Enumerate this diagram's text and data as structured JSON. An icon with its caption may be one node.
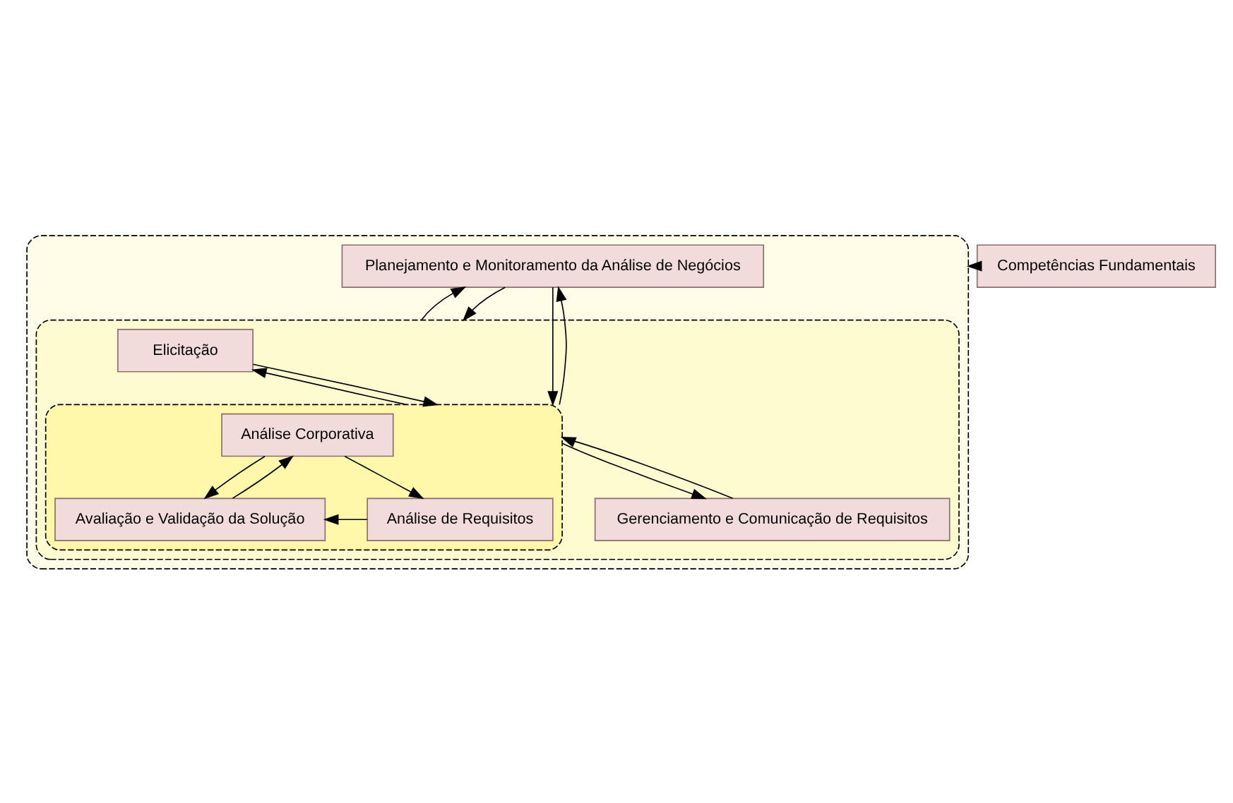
{
  "diagram": {
    "nodes": [
      {
        "text": [],
        "shape": "box"
      },
      {
        "text": [
          "Planejamento e Monitoramento da Análise de Negócios"
        ],
        "in": 0
      },
      {
        "text": [],
        "shape": "box",
        "in": 0
      },
      {
        "text": [
          "Elicitação"
        ],
        "in": 2
      },
      {
        "text": [],
        "shape": "box",
        "in": 2
      },
      {
        "text": [
          "Análise Corporativa"
        ],
        "in": 4
      },
      {
        "text": [
          "Avaliação e Validação da Solução"
        ],
        "in": 4
      },
      {
        "text": [
          "Análise de Requisitos"
        ],
        "in": 4
      },
      {
        "text": [
          "Gerenciamento e Comunicação de Requisitos"
        ],
        "in": 2
      },
      {
        "text": [
          "Competências Fundamentais"
        ]
      }
    ],
    "edges": [
      {
        "from": 2,
        "to": 1,
        "arrow": "to"
      },
      {
        "from": 4,
        "to": 1,
        "arrow": "to"
      },
      {
        "from": 1,
        "to": 2,
        "arrow": "to"
      },
      {
        "from": 1,
        "to": 4,
        "arrow": "to"
      },
      {
        "from": 3,
        "to": 4,
        "arrow": "to"
      },
      {
        "from": 4,
        "to": 3,
        "arrow": "to"
      },
      {
        "from": 4,
        "to": 8,
        "arrow": "to"
      },
      {
        "from": 8,
        "to": 4,
        "arrow": "to"
      },
      {
        "from": 5,
        "to": 6,
        "arrow": "to"
      },
      {
        "from": 6,
        "to": 5,
        "arrow": "to"
      },
      {
        "from": 5,
        "to": 7,
        "arrow": "to"
      },
      {
        "from": 7,
        "to": 6,
        "arrow": "to"
      },
      {
        "from": 9,
        "to": 0,
        "arrow": "to"
      }
    ]
  }
}
